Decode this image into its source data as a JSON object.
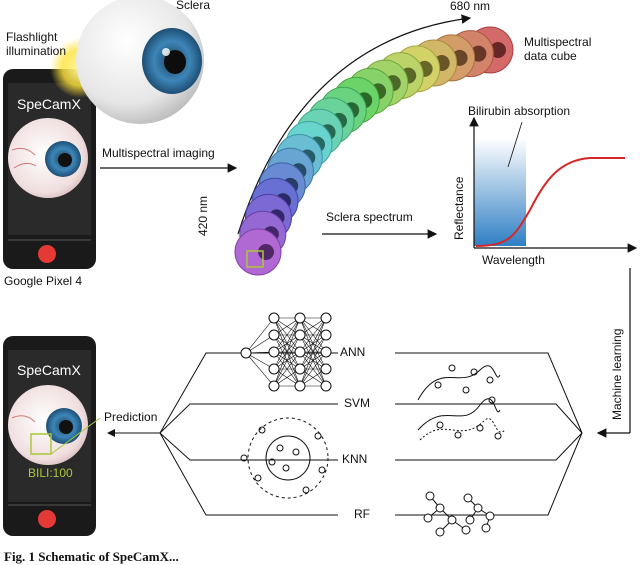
{
  "labels": {
    "sclera": "Sclera",
    "flashlight": "Flashlight\nillumination",
    "wl_top": "680 nm",
    "wl_bottom": "420 nm",
    "datacube": "Multispectral\ndata cube",
    "multispectral_imaging": "Multispectral imaging",
    "bilirubin_absorption": "Bilirubin absorption",
    "sclera_spectrum": "Sclera spectrum",
    "reflectance": "Reflectance",
    "wavelength": "Wavelength",
    "device": "Google Pixel 4",
    "machine_learning": "Machine learning",
    "prediction": "Prediction",
    "ann": "ANN",
    "svm": "SVM",
    "knn": "KNN",
    "rf": "RF",
    "bili_reading": "BILI:100"
  },
  "phones": [
    {
      "app_name": "SpeCamX"
    },
    {
      "app_name": "SpeCamX"
    }
  ],
  "caption": "Fig. 1 Schematic of SpeCamX...",
  "colors": {
    "phone_body": "#1a1a1a",
    "record_button": "#e53935",
    "iris": "#2e6f9e",
    "bilirubin_band": "#2f7fc4",
    "spectrum_curve": "#d62728",
    "bili_box": "#a8c83a"
  },
  "icons": [
    "eyeball-icon",
    "flashlight-icon",
    "record-button-icon",
    "neural-network-icon",
    "svm-icon",
    "knn-icon",
    "random-forest-icon"
  ]
}
